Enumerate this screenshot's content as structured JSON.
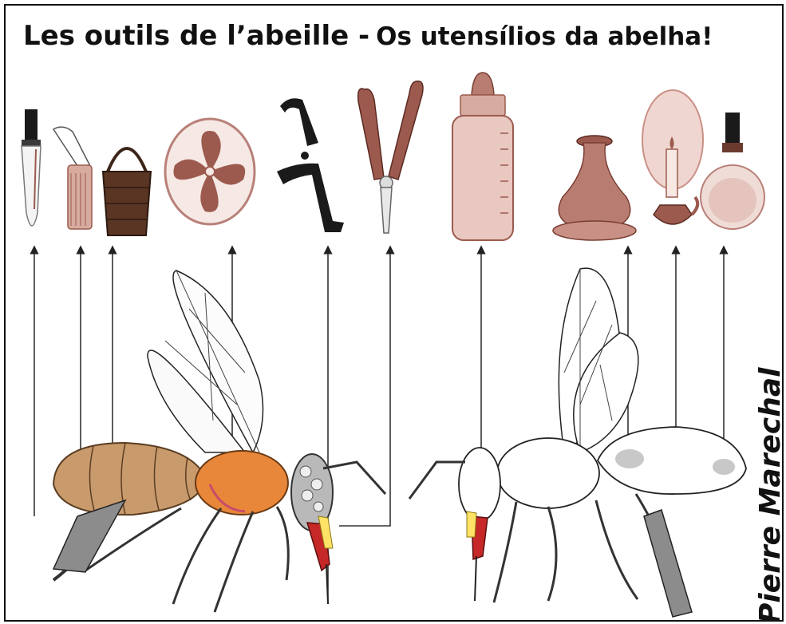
{
  "title": {
    "french": "Les outils de l’abeille -",
    "portuguese": "Os utensílios da abelha!"
  },
  "credit": "Pierre Marechal",
  "colors": {
    "tool_brown": "#9c5a4e",
    "tool_light": "#d7aba0",
    "bee_orange": "#e8873a",
    "bee_tan": "#c99a6b",
    "stinger_red": "#c62828",
    "arrow": "#333333"
  },
  "tools": [
    {
      "icon": "knife-icon"
    },
    {
      "icon": "brush-icon"
    },
    {
      "icon": "basket-icon"
    },
    {
      "icon": "fan-icon"
    },
    {
      "icon": "hook-icon"
    },
    {
      "icon": "pliers-icon"
    },
    {
      "icon": "baby-bottle-icon"
    },
    {
      "icon": "vase-icon"
    },
    {
      "icon": "candle-icon"
    },
    {
      "icon": "perfume-bottle-icon"
    }
  ]
}
